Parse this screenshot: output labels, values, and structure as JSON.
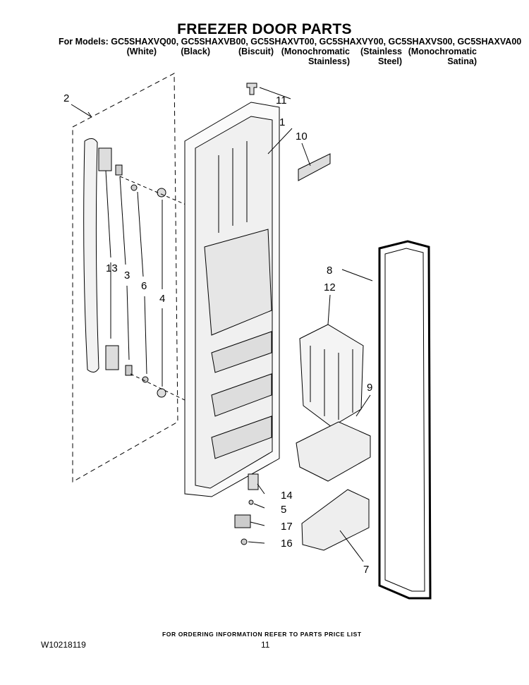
{
  "header": {
    "title": "FREEZER DOOR PARTS",
    "models_line": "For Models: GC5SHAXVQ00, GC5SHAXVB00, GC5SHAXVT00, GC5SHAXVY00, GC5SHAXVS00, GC5SHAXVA00",
    "finishes": [
      {
        "line1": "(White)",
        "line2": ""
      },
      {
        "line1": "(Black)",
        "line2": ""
      },
      {
        "line1": "(Biscuit)",
        "line2": ""
      },
      {
        "line1": "(Monochromatic",
        "line2": "Stainless)"
      },
      {
        "line1": "(Stainless",
        "line2": "Steel)"
      },
      {
        "line1": "(Monochromatic",
        "line2": "Satina)"
      }
    ]
  },
  "callouts": {
    "c1": "1",
    "c2": "2",
    "c3": "3",
    "c4": "4",
    "c5": "5",
    "c6": "6",
    "c7": "7",
    "c8": "8",
    "c9": "9",
    "c10": "10",
    "c11": "11",
    "c12": "12",
    "c13": "13",
    "c14": "14",
    "c16": "16",
    "c17": "17"
  },
  "footer": {
    "note": "FOR ORDERING INFORMATION REFER TO PARTS PRICE LIST",
    "doc_number": "W10218119",
    "page": "11"
  }
}
